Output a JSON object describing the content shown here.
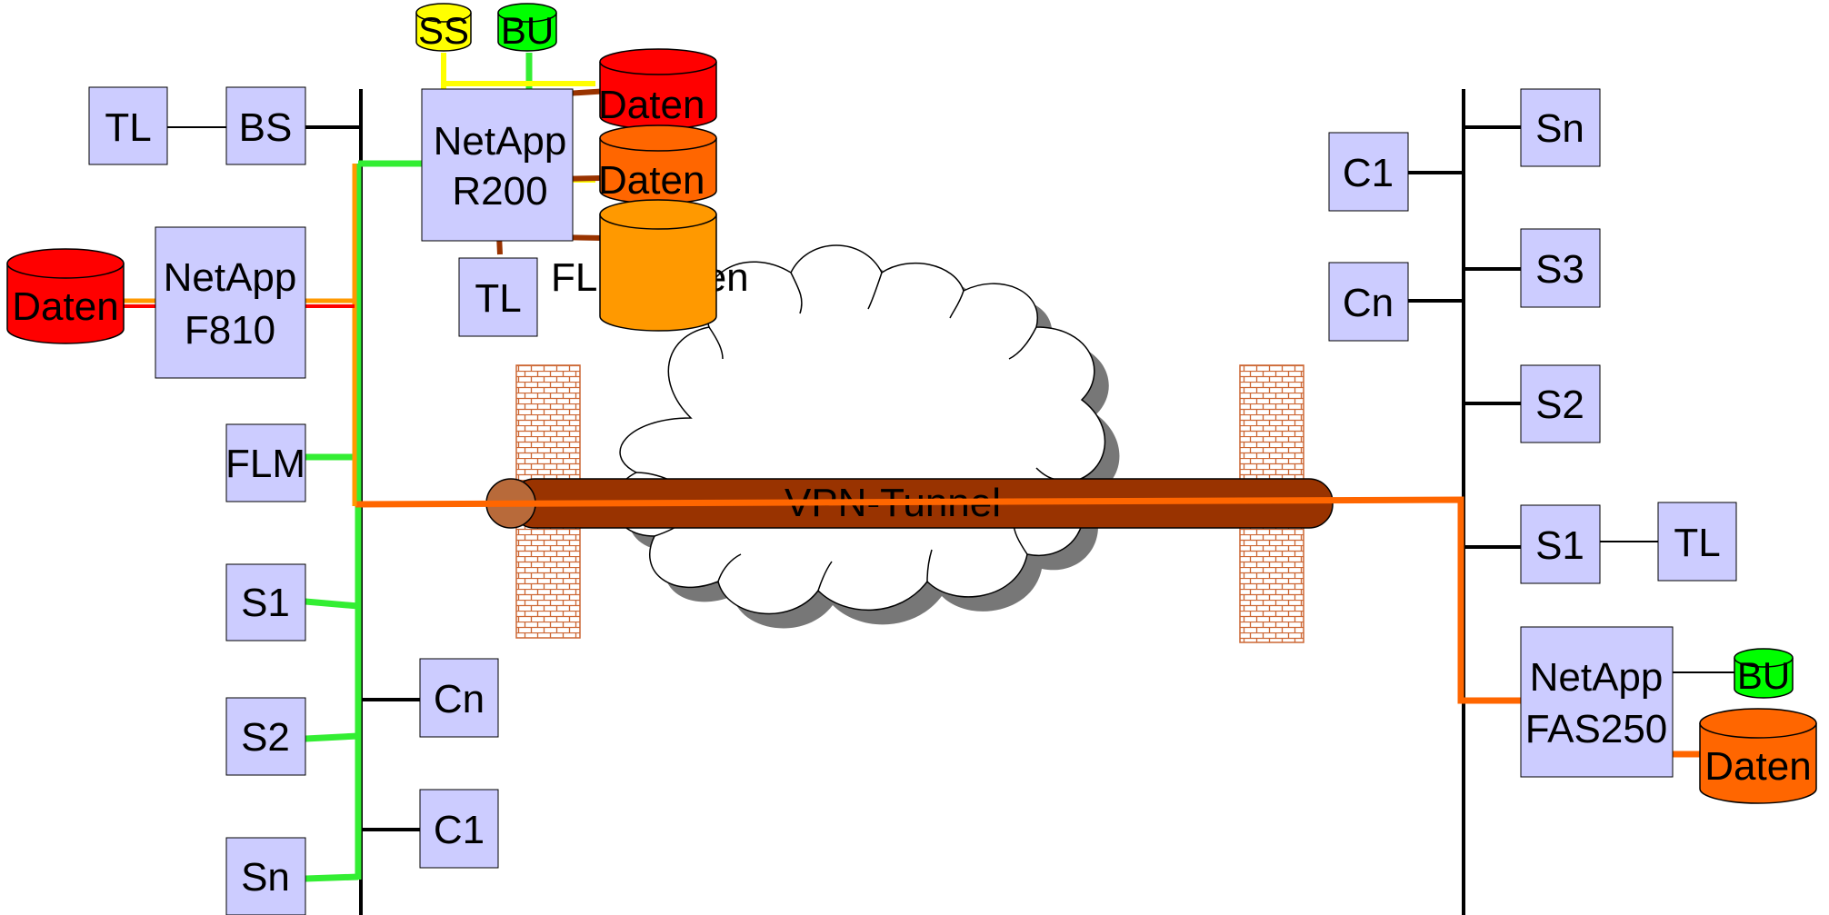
{
  "tunnel": {
    "label": "VPN-Tunnel"
  },
  "labels": {
    "tl": "TL",
    "bs": "BS",
    "s1": "S1",
    "s2": "S2",
    "s3": "S3",
    "sn": "Sn",
    "c1": "C1",
    "cn": "Cn",
    "flm": "FLM",
    "ss": "SS",
    "bu": "BU",
    "netapp": "NetApp",
    "r200": "R200",
    "f810": "F810",
    "fas250": "FAS250",
    "daten": "Daten",
    "daten_trunc": "Daten",
    "flm_daten": "FLM Daten"
  },
  "colors": {
    "box_fill": "#ccccff",
    "data_red": "#ff0000",
    "data_orange": "#ff6600",
    "data_light_orange": "#ff9900",
    "backup_green": "#00ff00",
    "snapshot_yellow": "#ffff00",
    "path_green": "#33ee33",
    "path_orange": "#ff6600",
    "path_brown": "#993300",
    "tunnel_fill": "#993300",
    "firewall": "#cc6633"
  }
}
